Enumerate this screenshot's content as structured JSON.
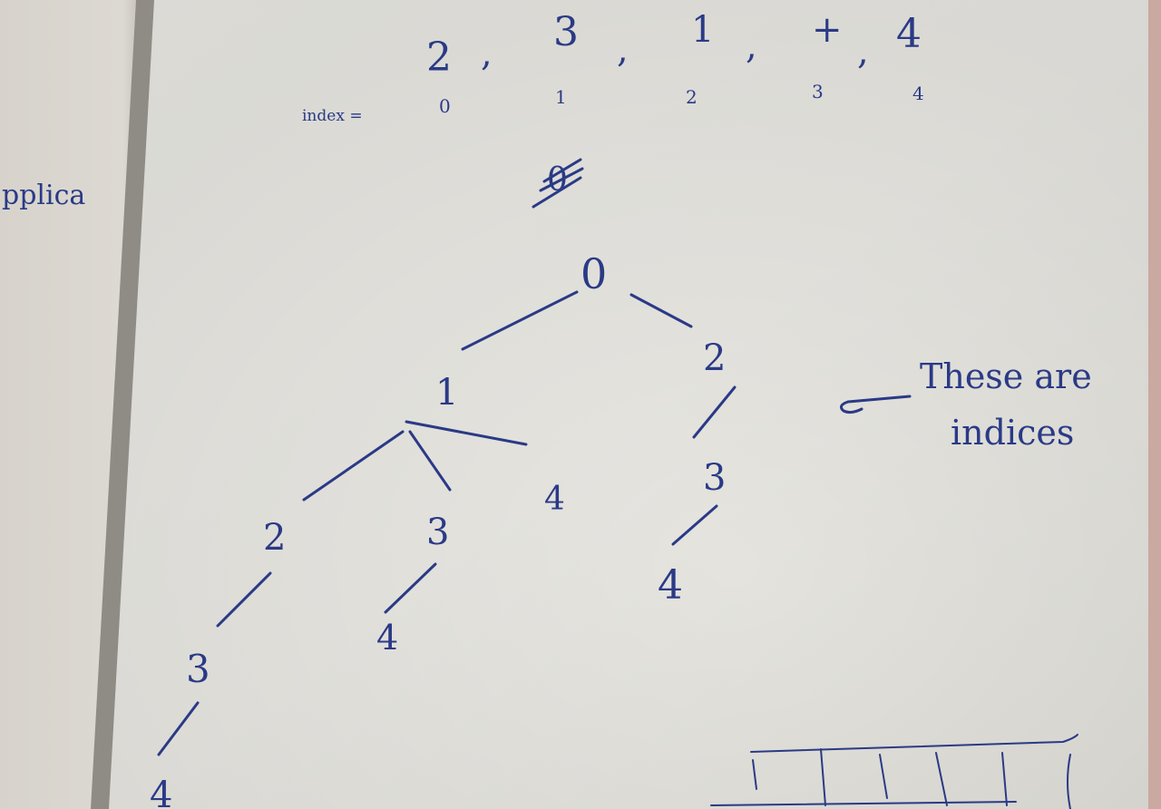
{
  "photo": {
    "left_page_text": "pplica",
    "sequence": {
      "values": [
        "2",
        "3",
        "1",
        "+",
        "4"
      ],
      "separator": ",",
      "index_label": "index =",
      "indices": [
        "0",
        "1",
        "2",
        "3",
        "4"
      ]
    },
    "scribble": "0",
    "tree_nodes": {
      "root": "0",
      "n1": "1",
      "n2r": "2",
      "n2": "2",
      "n3a": "3",
      "n4a": "4",
      "n3b": "3",
      "n4b": "4",
      "n3c": "3",
      "n4c": "4",
      "n4d": "4"
    },
    "annotation": {
      "line1": "These are",
      "line2": "indices"
    }
  }
}
